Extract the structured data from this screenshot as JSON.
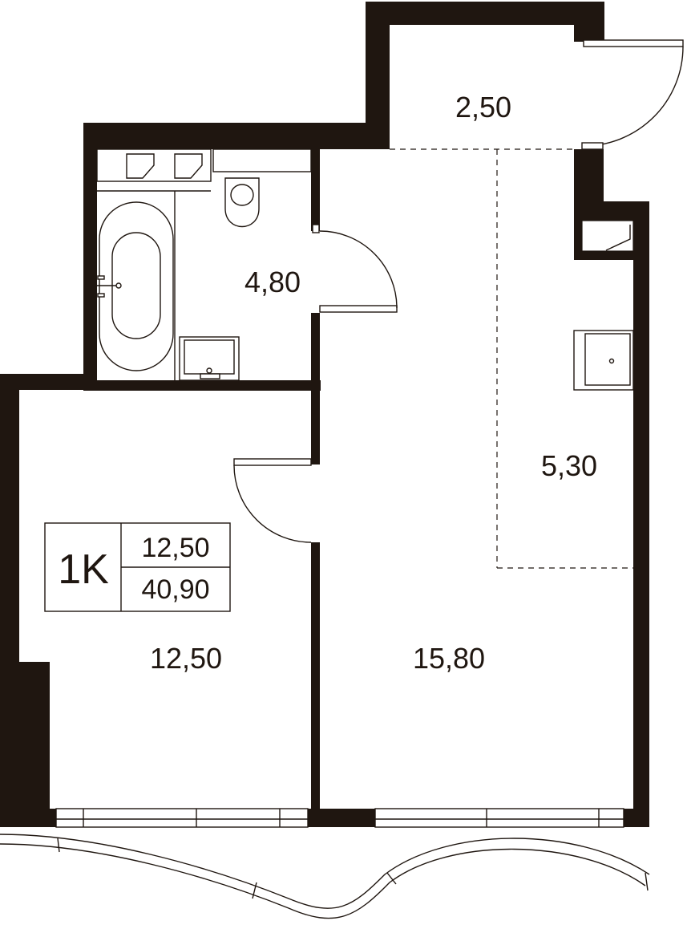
{
  "rooms": {
    "balcony_area": "2,50",
    "bathroom_area": "4,80",
    "kitchen_zone_area": "5,30",
    "bedroom_area": "12,50",
    "living_area": "15,80"
  },
  "info_box": {
    "type_label": "1K",
    "living_area": "12,50",
    "total_area": "40,90"
  }
}
